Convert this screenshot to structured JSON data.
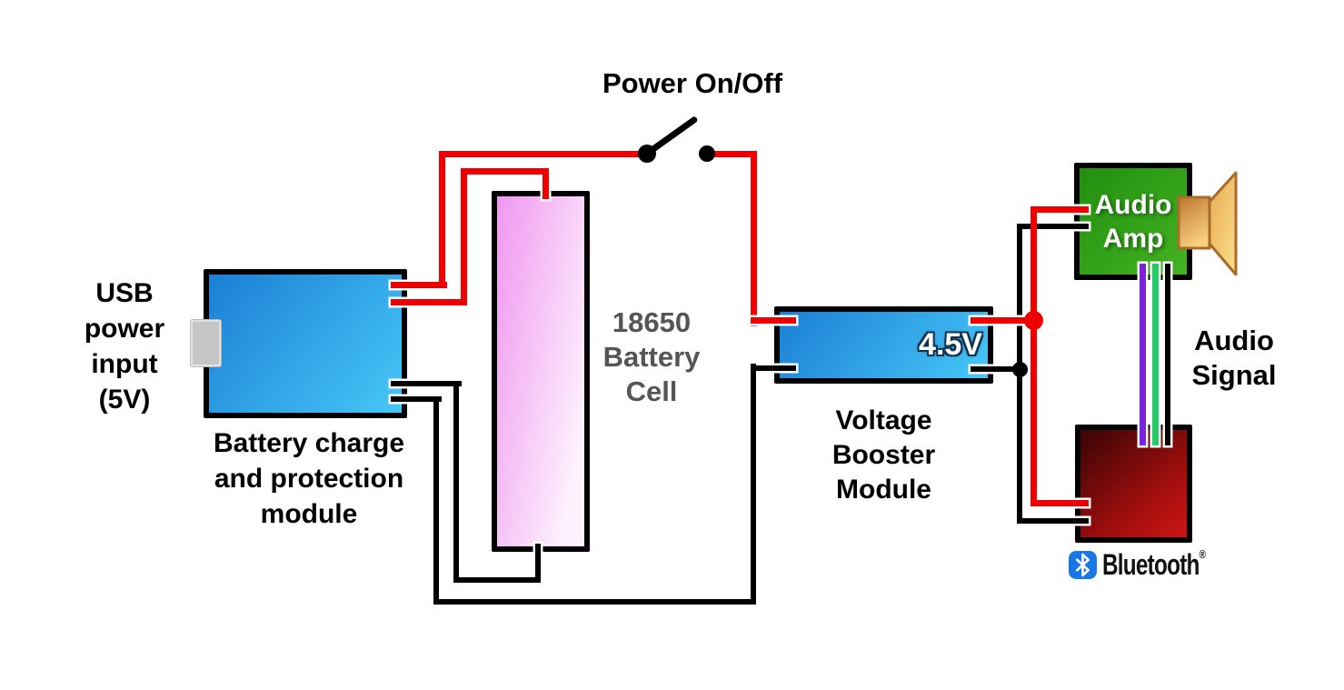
{
  "labels": {
    "power_switch": "Power On/Off",
    "usb_input": [
      "USB",
      "power",
      "input",
      "(5V)"
    ],
    "charge_module": [
      "Battery charge",
      "and protection",
      "module"
    ],
    "battery_cell": [
      "18650",
      "Battery",
      "Cell"
    ],
    "booster_module": [
      "Voltage",
      "Booster",
      "Module"
    ],
    "booster_output_voltage": "4.5V",
    "audio_amp": [
      "Audio",
      "Amp"
    ],
    "audio_signal": [
      "Audio",
      "Signal"
    ],
    "bluetooth_brand": "Bluetooth",
    "bluetooth_registered": "®"
  },
  "colors": {
    "wire_positive": "#ee0000",
    "wire_negative": "#000000",
    "wire_audio_left": "#7a22dd",
    "wire_audio_right": "#22cc66",
    "module_blue_dark": "#1a7fd4",
    "module_blue_light": "#47c7f7",
    "battery_pink_dark": "#f097f0",
    "battery_pink_light": "#fdf1fd",
    "amp_green_dark": "#228f0f",
    "amp_green_light": "#44b322",
    "bluetooth_red_dark": "#3a0404",
    "bluetooth_red_mid": "#a90f0f",
    "bluetooth_red_light": "#cc1414",
    "speaker_dark": "#bd7631",
    "speaker_light": "#f7cf7e",
    "speaker_cone_dark": "#e9a952",
    "speaker_cone_light": "#fbe08e",
    "speaker_outline": "#a86b28",
    "usb_connector": "#c6c6c6",
    "bluetooth_logo_blue": "#1877e6",
    "battery_text_gray": "#555555"
  }
}
